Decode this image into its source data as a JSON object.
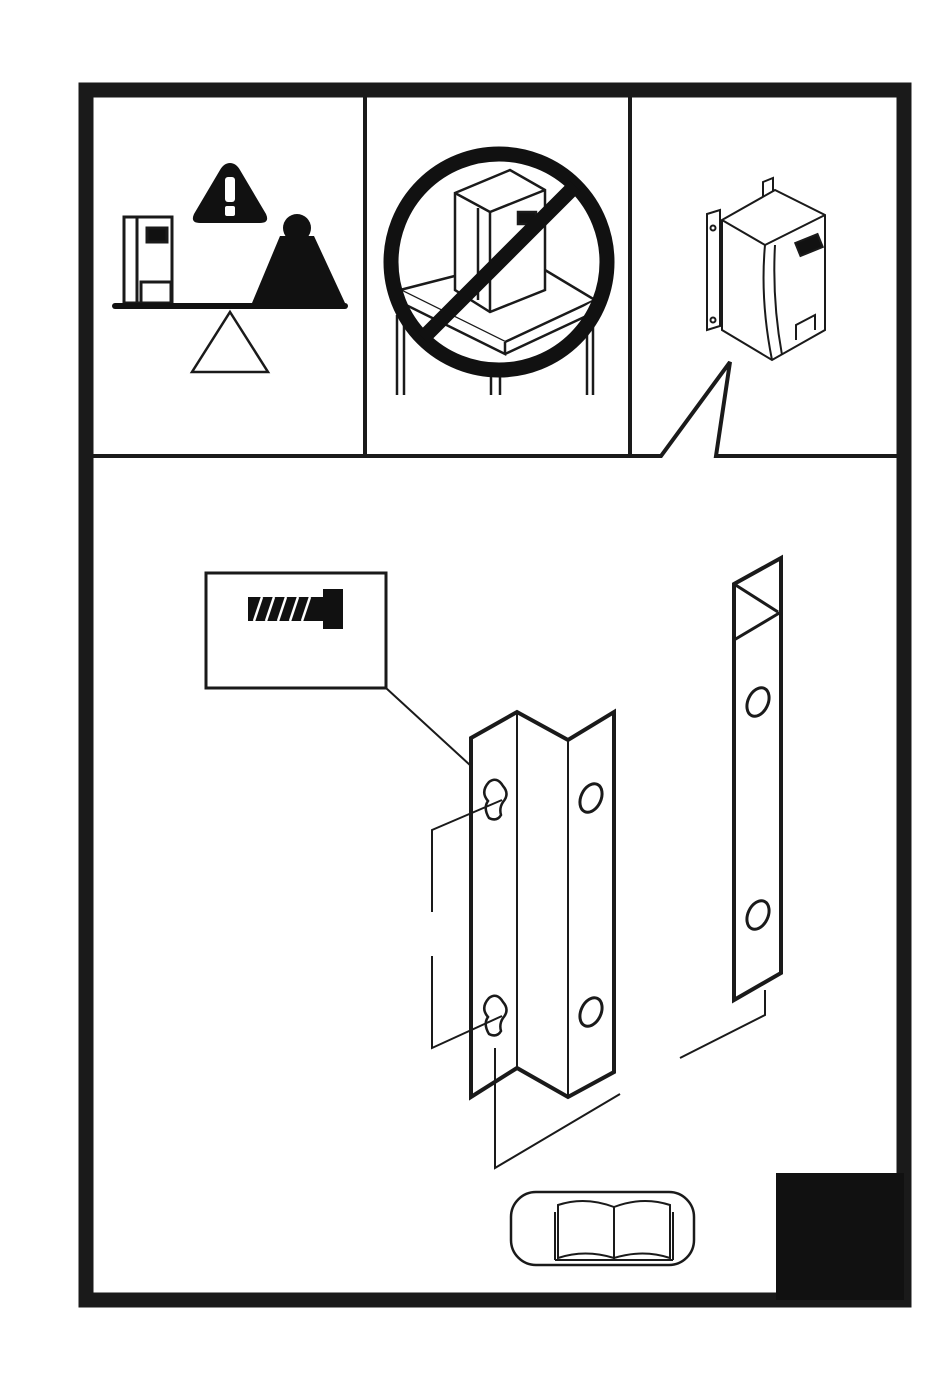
{
  "colors": {
    "ink": "#1a1a1a",
    "paper": "#ffffff",
    "fill_dark": "#111111"
  },
  "panels": [
    {
      "name": "weight-warning-panel",
      "icons": [
        "drive-unit-icon",
        "warning-triangle-icon",
        "heavy-weight-icon",
        "balance-scale-icon"
      ]
    },
    {
      "name": "prohibited-placement-panel",
      "icons": [
        "prohibition-sign-icon",
        "drive-unit-on-stand-icon"
      ]
    },
    {
      "name": "wall-mounted-unit-panel",
      "icons": [
        "wall-mounted-drive-icon"
      ]
    }
  ],
  "main": {
    "icons": [
      "screw-icon",
      "vertical-rail-icon",
      "flat-rail-icon",
      "keyhole-slot-icon",
      "mounting-hole-icon",
      "manual-book-icon",
      "black-page-tab"
    ]
  }
}
